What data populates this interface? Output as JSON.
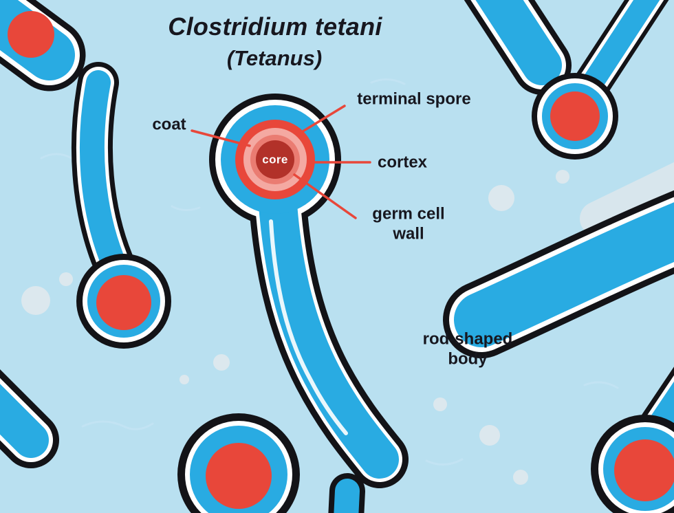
{
  "title": "Clostridium tetani",
  "subtitle": "(Tetanus)",
  "labels": {
    "coat": "coat",
    "terminal_spore": "terminal spore",
    "cortex": "cortex",
    "germ_cell_wall": "germ cell\nwall",
    "rod_shaped_body": "rod-shaped\nbody",
    "core": "core"
  },
  "colors": {
    "background": "#b9e0f0",
    "bacteria_blue": "#29abe2",
    "outline_black": "#131317",
    "inner_white": "#ffffff",
    "spore_red": "#e8473a",
    "spore_pink": "#f4a9a2",
    "spore_mid_pink": "#ea7c72",
    "spore_core_dark_red": "#b23129",
    "leader_line_red": "#e8473a",
    "text_dark": "#17171f",
    "bubble_gray": "#dce8ee",
    "light_rod": "#d8e6ed"
  }
}
